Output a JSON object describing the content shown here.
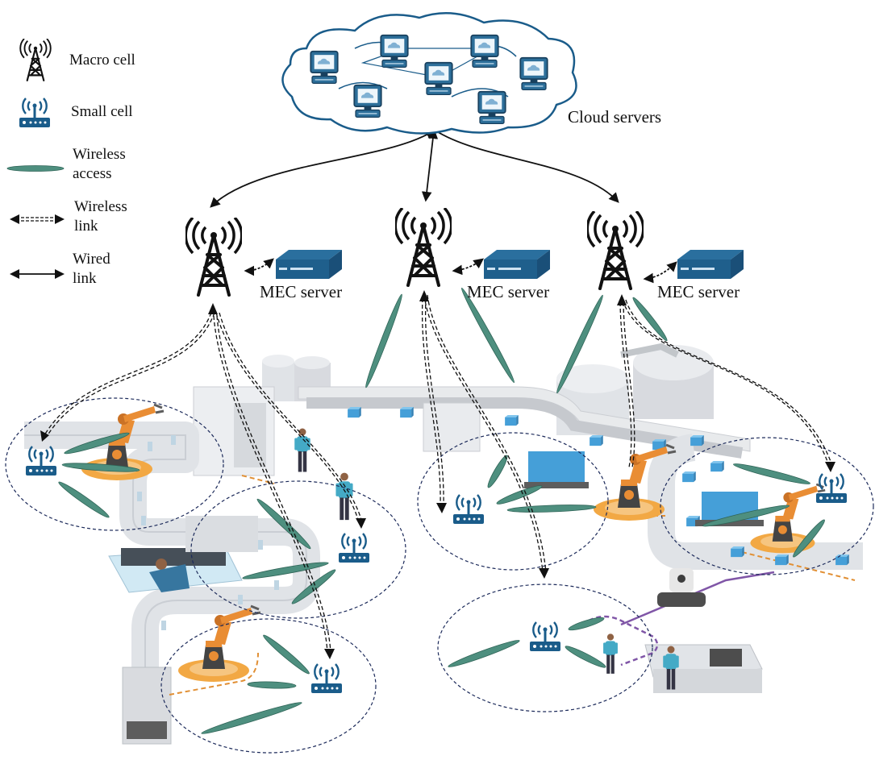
{
  "legend": {
    "macro_cell": "Macro cell",
    "small_cell": "Small cell",
    "wireless_access_1": "Wireless",
    "wireless_access_2": "access",
    "wireless_link_1": "Wireless",
    "wireless_link_2": "link",
    "wired_link_1": "Wired",
    "wired_link_2": "link"
  },
  "labels": {
    "cloud": "Cloud servers",
    "mec": [
      "MEC server",
      "MEC server",
      "MEC server"
    ]
  },
  "colors": {
    "accent_blue": "#1a5c8a",
    "beam": "#4e8f7f",
    "robot_orange": "#e8872a",
    "floor_gray": "#e4e6ea",
    "cell_border": "#1c2a5a"
  },
  "icons": [
    "macro-cell-tower-icon",
    "small-cell-router-icon",
    "mec-server-icon",
    "cloud-server-icon",
    "robot-arm-icon",
    "worker-icon"
  ]
}
